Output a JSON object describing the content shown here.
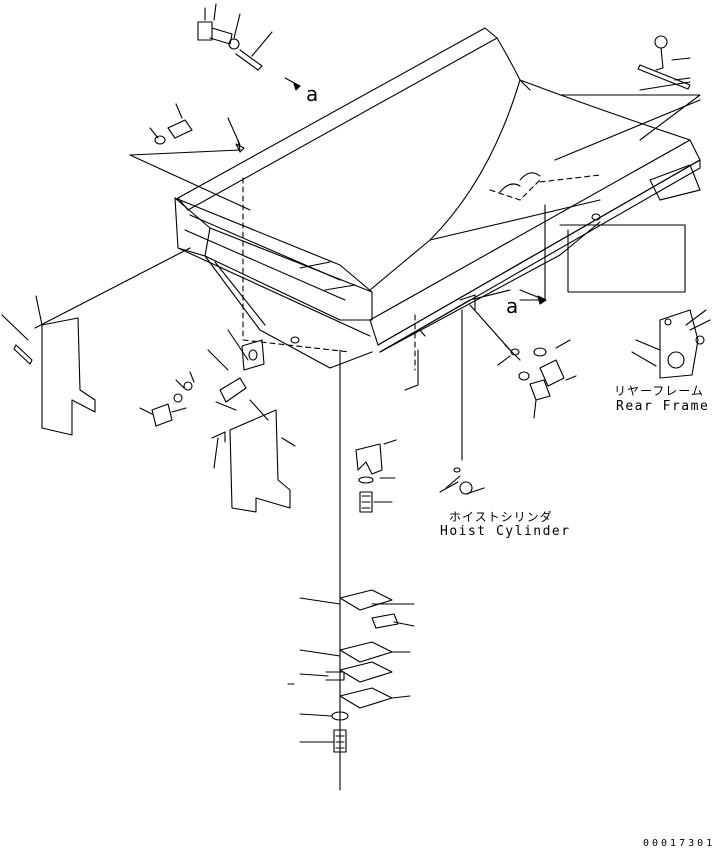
{
  "callouts": {
    "rear_frame_jp": "リヤーフレーム",
    "rear_frame_en": "Rear Frame",
    "hoist_cylinder_jp": "ホイストシリンダ",
    "hoist_cylinder_en": "Hoist Cylinder"
  },
  "view_refs": {
    "upper": "a",
    "middle": "a"
  },
  "document_number": "00017301",
  "colors": {
    "ink": "#000000",
    "paper": "#ffffff"
  }
}
